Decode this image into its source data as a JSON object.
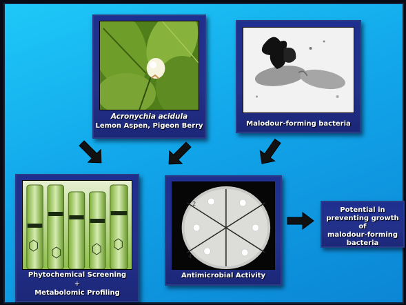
{
  "plant": {
    "species": "Acronychia acidula",
    "common_names": "Lemon Aspen, Pigeon Berry"
  },
  "bacteria": {
    "label": "Malodour-forming bacteria"
  },
  "screening": {
    "line1": "Phytochemical Screening",
    "plus": "+",
    "line2": "Metabolomic Profiling"
  },
  "antimicrobial": {
    "label": "Antimicrobial Activity"
  },
  "result": {
    "line1": "Potential in",
    "line2": "preventing growth of",
    "line3": "malodour-forming",
    "line4": "bacteria"
  },
  "colors": {
    "background": "#12a6ea",
    "panel": "#23318a",
    "arrow": "#111111",
    "text": "#ffffff"
  },
  "icons": [
    "arrow-down-right",
    "arrow-down-left",
    "arrow-right"
  ]
}
